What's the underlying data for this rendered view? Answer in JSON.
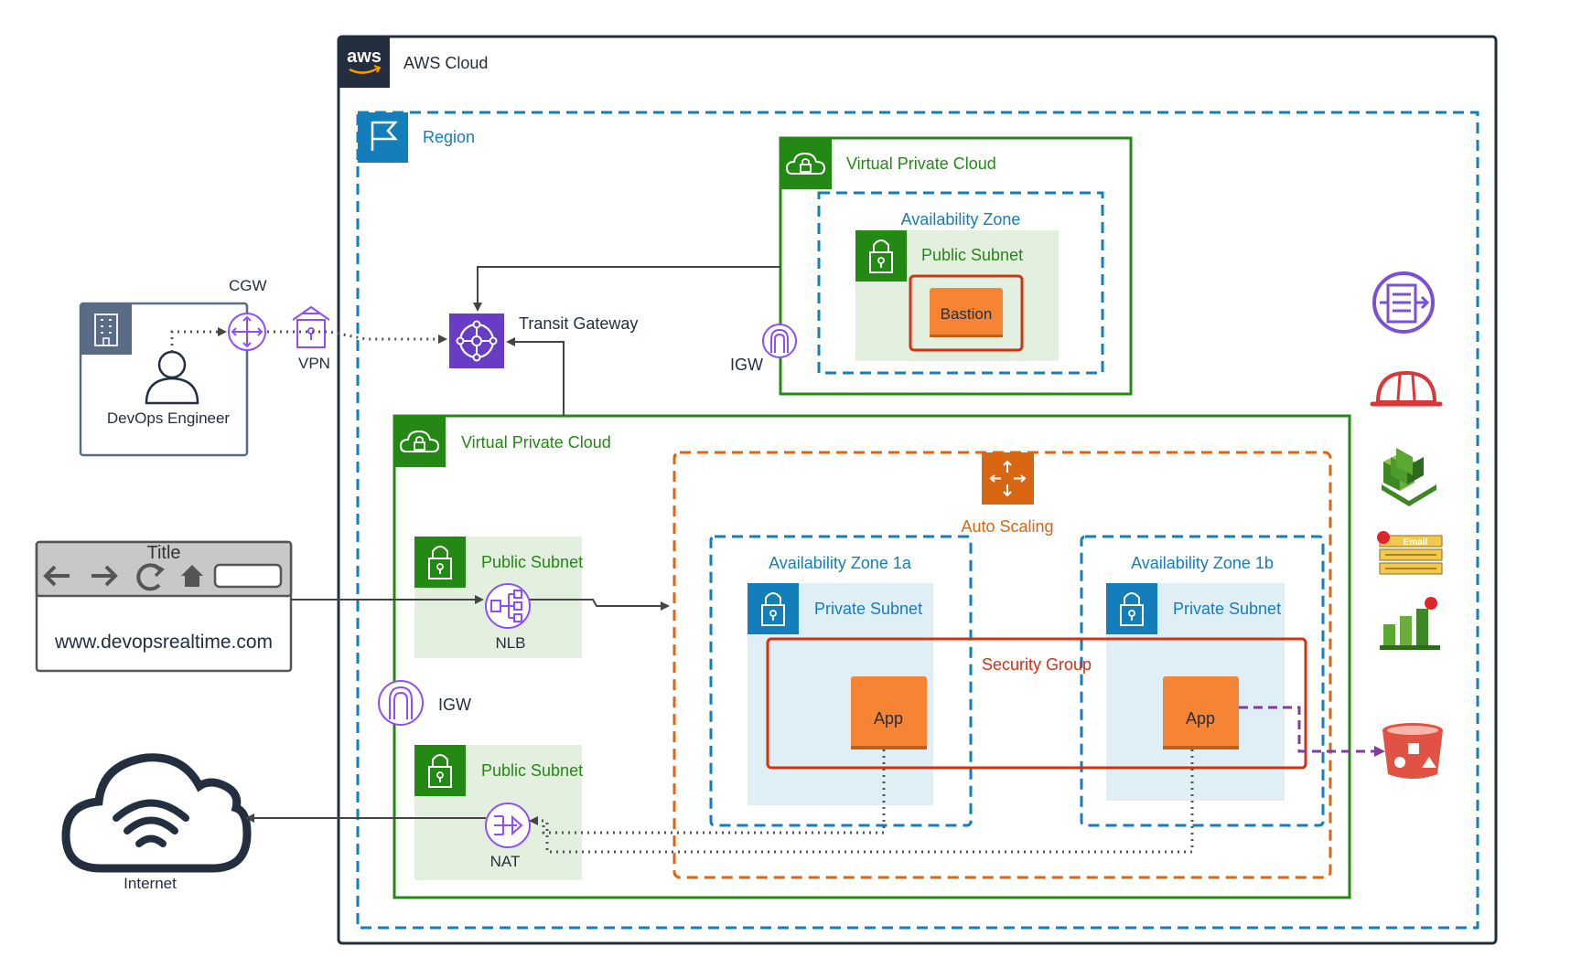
{
  "labels": {
    "aws_cloud": "AWS Cloud",
    "aws_logo": "aws",
    "region": "Region",
    "vpc_top": "Virtual Private Cloud",
    "az_top": "Availability Zone",
    "public_subnet_top": "Public Subnet",
    "bastion": "Bastion",
    "transit_gateway": "Transit Gateway",
    "igw_top": "IGW",
    "cgw": "CGW",
    "vpn": "VPN",
    "devops_engineer": "DevOps Engineer",
    "vpc_main": "Virtual Private Cloud",
    "auto_scaling": "Auto Scaling",
    "az_1a": "Availability Zone 1a",
    "az_1b": "Availability Zone 1b",
    "private_subnet_a": "Private Subnet",
    "private_subnet_b": "Private Subnet",
    "security_group": "Security Group",
    "app_a": "App",
    "app_b": "App",
    "public_subnet_nlb": "Public Subnet",
    "nlb": "NLB",
    "igw_main": "IGW",
    "public_subnet_nat": "Public Subnet",
    "nat": "NAT",
    "browser_title": "Title",
    "browser_url": "www.devopsrealtime.com",
    "internet": "Internet",
    "email_badge": "Email"
  },
  "colors": {
    "aws_dark": "#232f3e",
    "region_blue": "#147eba",
    "vpc_green": "#248814",
    "subnet_green_fill": "#e3f0e0",
    "private_blue_fill": "#e0eef6",
    "az_blue": "#147eba",
    "autoscaling_orange": "#d86613",
    "security_red": "#d13212",
    "app_orange": "#f58535",
    "network_purple": "#8c4fff",
    "tgw_purple": "#693cc5",
    "s3_red": "#e05243",
    "dark_text": "#232f3e"
  },
  "icons": [
    "aws-logo-icon",
    "region-flag-icon",
    "vpc-cloud-lock-icon",
    "subnet-lock-icon",
    "transit-gateway-icon",
    "igw-icon",
    "cgw-icon",
    "vpn-icon",
    "building-icon",
    "user-icon",
    "auto-scaling-icon",
    "nlb-icon",
    "nat-icon",
    "internet-cloud-icon",
    "browser-back-icon",
    "browser-forward-icon",
    "browser-reload-icon",
    "browser-home-icon",
    "gateway-endpoint-icon",
    "helmet-icon",
    "cloudformation-icon",
    "ses-icon",
    "cloudwatch-icon",
    "s3-bucket-icon"
  ]
}
